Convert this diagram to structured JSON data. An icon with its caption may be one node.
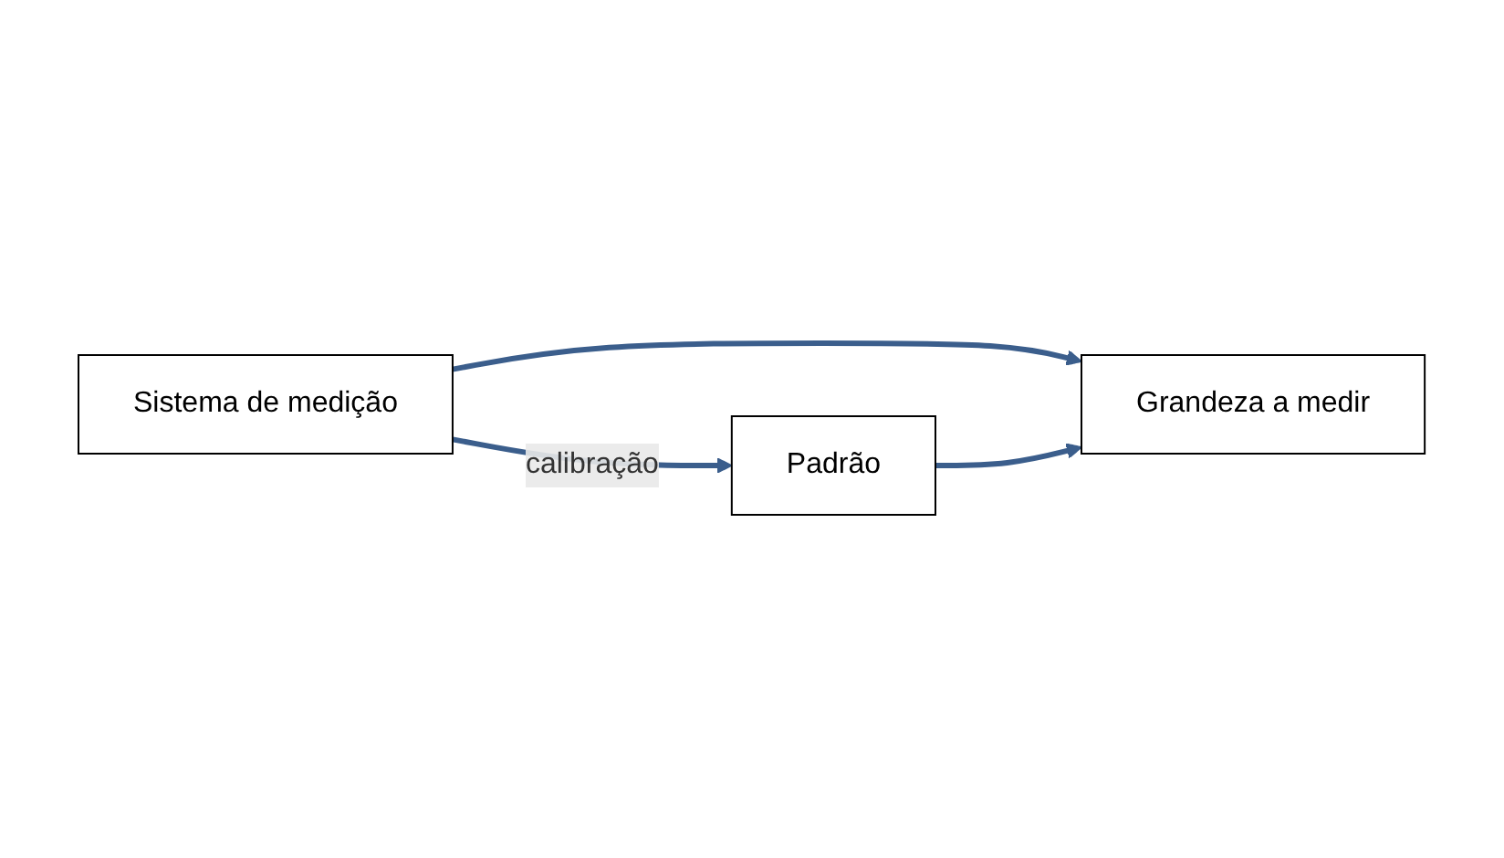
{
  "diagram": {
    "nodes": [
      {
        "text": [
          "Sistema de medição"
        ]
      },
      {
        "text": [
          "Padrão"
        ]
      },
      {
        "text": [
          "Grandeza a medir"
        ]
      }
    ],
    "edges": [
      {
        "from": 0,
        "to": 1,
        "arrow": "to",
        "label": "calibração"
      },
      {
        "from": 0,
        "to": 2,
        "arrow": "to"
      },
      {
        "from": 1,
        "to": 2,
        "arrow": "to"
      }
    ]
  }
}
